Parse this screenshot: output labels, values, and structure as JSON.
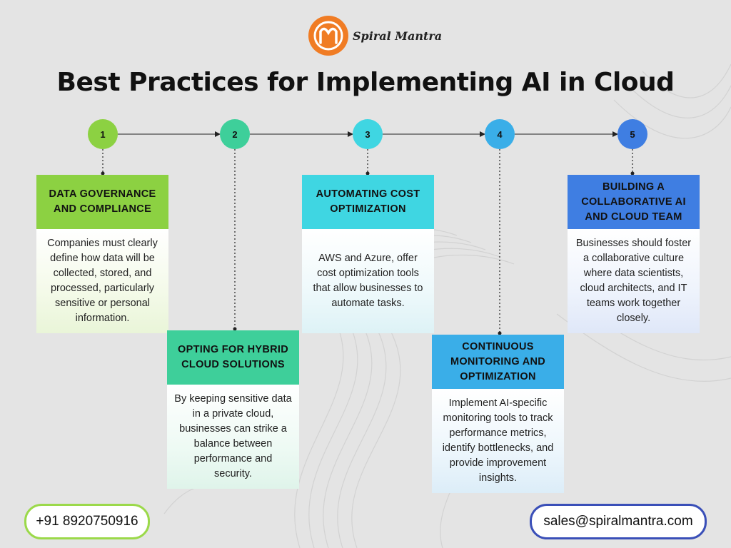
{
  "brand": {
    "name": "Spiral Mantra"
  },
  "title": "Best Practices for Implementing AI in Cloud",
  "colors": {
    "step1": "#8cd142",
    "step2": "#3ecf9a",
    "step3": "#3fd6e2",
    "step4": "#3aaee8",
    "step5": "#3f7ee2",
    "phone_border": "#9bd94a",
    "email_border": "#3a4fb8"
  },
  "steps": [
    {
      "number": "1",
      "heading": "DATA GOVERNANCE AND COMPLIANCE",
      "text": "Companies must clearly define how data will be collected, stored, and processed, particularly sensitive or personal information."
    },
    {
      "number": "2",
      "heading": "OPTING FOR HYBRID CLOUD SOLUTIONS",
      "text": "By keeping sensitive data in a private cloud, businesses can strike a balance between performance and security."
    },
    {
      "number": "3",
      "heading": "AUTOMATING COST OPTIMIZATION",
      "text": "AWS and Azure, offer cost optimization tools that allow businesses to automate tasks."
    },
    {
      "number": "4",
      "heading": "CONTINUOUS MONITORING AND OPTIMIZATION",
      "text": "Implement AI-specific monitoring tools to track performance metrics, identify bottlenecks, and provide improvement insights."
    },
    {
      "number": "5",
      "heading": "BUILDING A COLLABORATIVE AI AND CLOUD TEAM",
      "text": "Businesses should foster a collaborative culture where data scientists, cloud architects, and IT teams work together closely."
    }
  ],
  "contact": {
    "phone": "+91 8920750916",
    "email": "sales@spiralmantra.com"
  }
}
